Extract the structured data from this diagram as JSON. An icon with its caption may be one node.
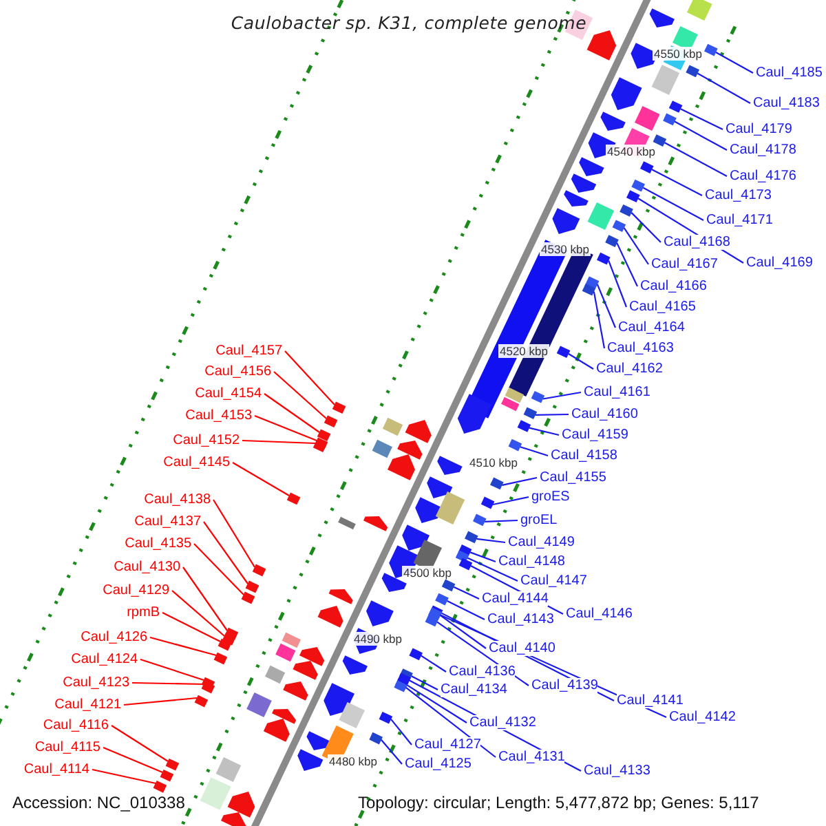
{
  "diagram": {
    "title": "Caulobacter sp. K31, complete genome",
    "nodes": [
      {
        "text": [
          "Caul_4157"
        ]
      },
      {
        "text": [
          "Caul_4156"
        ]
      },
      {
        "text": [
          "Caul_4154"
        ]
      },
      {
        "text": [
          "Caul_4153"
        ]
      },
      {
        "text": [
          "Caul_4152"
        ]
      },
      {
        "text": [
          "Caul_4145"
        ]
      },
      {
        "text": [
          "Caul_4138"
        ]
      },
      {
        "text": [
          "Caul_4137"
        ]
      },
      {
        "text": [
          "Caul_4135"
        ]
      },
      {
        "text": [
          "Caul_4130"
        ]
      },
      {
        "text": [
          "Caul_4129"
        ]
      },
      {
        "text": [
          "rpmB"
        ]
      },
      {
        "text": [
          "Caul_4126"
        ]
      },
      {
        "text": [
          "Caul_4124"
        ]
      },
      {
        "text": [
          "Caul_4123"
        ]
      },
      {
        "text": [
          "Caul_4121"
        ]
      },
      {
        "text": [
          "Caul_4116"
        ]
      },
      {
        "text": [
          "Caul_4115"
        ]
      },
      {
        "text": [
          "Caul_4114"
        ]
      },
      {
        "text": [
          "Caul_4185"
        ]
      },
      {
        "text": [
          "Caul_4183"
        ]
      },
      {
        "text": [
          "Caul_4179"
        ]
      },
      {
        "text": [
          "Caul_4178"
        ]
      },
      {
        "text": [
          "Caul_4176"
        ]
      },
      {
        "text": [
          "Caul_4173"
        ]
      },
      {
        "text": [
          "Caul_4171"
        ]
      },
      {
        "text": [
          "Caul_4168"
        ]
      },
      {
        "text": [
          "Caul_4169"
        ]
      },
      {
        "text": [
          "Caul_4167"
        ]
      },
      {
        "text": [
          "Caul_4166"
        ]
      },
      {
        "text": [
          "Caul_4165"
        ]
      },
      {
        "text": [
          "Caul_4164"
        ]
      },
      {
        "text": [
          "Caul_4163"
        ]
      },
      {
        "text": [
          "Caul_4162"
        ]
      },
      {
        "text": [
          "Caul_4161"
        ]
      },
      {
        "text": [
          "Caul_4160"
        ]
      },
      {
        "text": [
          "Caul_4159"
        ]
      },
      {
        "text": [
          "Caul_4158"
        ]
      },
      {
        "text": [
          "Caul_4155"
        ]
      },
      {
        "text": [
          "groES"
        ]
      },
      {
        "text": [
          "groEL"
        ]
      },
      {
        "text": [
          "Caul_4149"
        ]
      },
      {
        "text": [
          "Caul_4148"
        ]
      },
      {
        "text": [
          "Caul_4147"
        ]
      },
      {
        "text": [
          "Caul_4144"
        ]
      },
      {
        "text": [
          "Caul_4146"
        ]
      },
      {
        "text": [
          "Caul_4143"
        ]
      },
      {
        "text": [
          "Caul_4140"
        ]
      },
      {
        "text": [
          "Caul_4136"
        ]
      },
      {
        "text": [
          "Caul_4139"
        ]
      },
      {
        "text": [
          "Caul_4134"
        ]
      },
      {
        "text": [
          "Caul_4141"
        ]
      },
      {
        "text": [
          "Caul_4142"
        ]
      },
      {
        "text": [
          "Caul_4132"
        ]
      },
      {
        "text": [
          "Caul_4127"
        ]
      },
      {
        "text": [
          "Caul_4131"
        ]
      },
      {
        "text": [
          "Caul_4125"
        ]
      },
      {
        "text": [
          "Caul_4133"
        ]
      },
      {
        "text": [],
        "shape": "box"
      },
      {
        "text": [],
        "shape": "box"
      },
      {
        "text": [],
        "shape": "box"
      },
      {
        "text": [],
        "shape": "box"
      },
      {
        "text": [],
        "shape": "box"
      },
      {
        "text": [],
        "shape": "box"
      },
      {
        "text": [],
        "shape": "box"
      },
      {
        "text": [],
        "shape": "box"
      },
      {
        "text": [],
        "shape": "box"
      },
      {
        "text": [],
        "shape": "box"
      },
      {
        "text": [],
        "shape": "box"
      },
      {
        "text": [],
        "shape": "box"
      },
      {
        "text": [],
        "shape": "box"
      },
      {
        "text": [],
        "shape": "box"
      },
      {
        "text": [],
        "shape": "box"
      },
      {
        "text": [],
        "shape": "box"
      },
      {
        "text": [],
        "shape": "box"
      },
      {
        "text": [],
        "shape": "box"
      },
      {
        "text": [],
        "shape": "box"
      },
      {
        "text": [],
        "shape": "box"
      },
      {
        "text": [],
        "shape": "box"
      },
      {
        "text": [],
        "shape": "box"
      },
      {
        "text": [],
        "shape": "box"
      },
      {
        "text": [],
        "shape": "box"
      },
      {
        "text": [],
        "shape": "box"
      },
      {
        "text": [],
        "shape": "box"
      },
      {
        "text": [],
        "shape": "box"
      },
      {
        "text": [],
        "shape": "box"
      },
      {
        "text": [],
        "shape": "box"
      },
      {
        "text": [],
        "shape": "box"
      },
      {
        "text": [],
        "shape": "box"
      },
      {
        "text": [],
        "shape": "box"
      },
      {
        "text": [],
        "shape": "box"
      },
      {
        "text": [],
        "shape": "box"
      },
      {
        "text": [],
        "shape": "box"
      },
      {
        "text": [],
        "shape": "box"
      },
      {
        "text": [],
        "shape": "box"
      },
      {
        "text": [],
        "shape": "box"
      },
      {
        "text": [],
        "shape": "box"
      },
      {
        "text": [],
        "shape": "box"
      },
      {
        "text": [],
        "shape": "box"
      },
      {
        "text": [],
        "shape": "box"
      },
      {
        "text": [],
        "shape": "box"
      },
      {
        "text": [],
        "shape": "box"
      },
      {
        "text": [],
        "shape": "box"
      },
      {
        "text": [],
        "shape": "box"
      },
      {
        "text": [],
        "shape": "box"
      },
      {
        "text": [],
        "shape": "box"
      },
      {
        "text": [],
        "shape": "box"
      },
      {
        "text": [],
        "shape": "box"
      },
      {
        "text": [],
        "shape": "box"
      },
      {
        "text": [],
        "shape": "box"
      },
      {
        "text": [],
        "shape": "box"
      },
      {
        "text": [],
        "shape": "box"
      },
      {
        "text": [],
        "shape": "box"
      },
      {
        "text": [],
        "shape": "box"
      },
      {
        "text": [],
        "shape": "box"
      },
      {
        "text": [],
        "shape": "box"
      }
    ],
    "edges": [
      {
        "from": 0,
        "to": 58,
        "arrow": "none",
        "color": "#ff0000"
      },
      {
        "from": 1,
        "to": 59,
        "arrow": "none",
        "color": "#ff0000"
      },
      {
        "from": 2,
        "to": 60,
        "arrow": "none",
        "color": "#ff0000"
      },
      {
        "from": 3,
        "to": 61,
        "arrow": "none",
        "color": "#ff0000"
      },
      {
        "from": 4,
        "to": 62,
        "arrow": "none",
        "color": "#ff0000"
      },
      {
        "from": 5,
        "to": 63,
        "arrow": "none",
        "color": "#ff0000"
      },
      {
        "from": 6,
        "to": 64,
        "arrow": "none",
        "color": "#ff0000"
      },
      {
        "from": 7,
        "to": 65,
        "arrow": "none",
        "color": "#ff0000"
      },
      {
        "from": 8,
        "to": 66,
        "arrow": "none",
        "color": "#ff0000"
      },
      {
        "from": 9,
        "to": 67,
        "arrow": "none",
        "color": "#ff0000"
      },
      {
        "from": 10,
        "to": 68,
        "arrow": "none",
        "color": "#ff0000"
      },
      {
        "from": 11,
        "to": 69,
        "arrow": "none",
        "color": "#ff0000"
      },
      {
        "from": 12,
        "to": 70,
        "arrow": "none",
        "color": "#ff0000"
      },
      {
        "from": 13,
        "to": 71,
        "arrow": "none",
        "color": "#ff0000"
      },
      {
        "from": 14,
        "to": 72,
        "arrow": "none",
        "color": "#ff0000"
      },
      {
        "from": 15,
        "to": 73,
        "arrow": "none",
        "color": "#ff0000"
      },
      {
        "from": 16,
        "to": 74,
        "arrow": "none",
        "color": "#ff0000"
      },
      {
        "from": 17,
        "to": 75,
        "arrow": "none",
        "color": "#ff0000"
      },
      {
        "from": 18,
        "to": 76,
        "arrow": "none",
        "color": "#ff0000"
      },
      {
        "from": 19,
        "to": 77,
        "arrow": "none"
      },
      {
        "from": 20,
        "to": 78,
        "arrow": "none"
      },
      {
        "from": 21,
        "to": 79,
        "arrow": "none"
      },
      {
        "from": 22,
        "to": 80,
        "arrow": "none"
      },
      {
        "from": 23,
        "to": 81,
        "arrow": "none"
      },
      {
        "from": 24,
        "to": 82,
        "arrow": "none"
      },
      {
        "from": 25,
        "to": 83,
        "arrow": "none"
      },
      {
        "from": 26,
        "to": 84,
        "arrow": "none"
      },
      {
        "from": 27,
        "to": 85,
        "arrow": "none"
      },
      {
        "from": 28,
        "to": 86,
        "arrow": "none"
      },
      {
        "from": 29,
        "to": 87,
        "arrow": "none"
      },
      {
        "from": 30,
        "to": 88,
        "arrow": "none"
      },
      {
        "from": 31,
        "to": 89,
        "arrow": "none"
      },
      {
        "from": 32,
        "to": 90,
        "arrow": "none"
      },
      {
        "from": 33,
        "to": 91,
        "arrow": "none"
      },
      {
        "from": 34,
        "to": 92,
        "arrow": "none"
      },
      {
        "from": 35,
        "to": 93,
        "arrow": "none"
      },
      {
        "from": 36,
        "to": 94,
        "arrow": "none"
      },
      {
        "from": 37,
        "to": 95,
        "arrow": "none"
      },
      {
        "from": 38,
        "to": 96,
        "arrow": "none"
      },
      {
        "from": 39,
        "to": 97,
        "arrow": "none"
      },
      {
        "from": 40,
        "to": 98,
        "arrow": "none"
      },
      {
        "from": 41,
        "to": 99,
        "arrow": "none"
      },
      {
        "from": 42,
        "to": 100,
        "arrow": "none"
      },
      {
        "from": 43,
        "to": 101,
        "arrow": "none"
      },
      {
        "from": 44,
        "to": 102,
        "arrow": "none"
      },
      {
        "from": 45,
        "to": 103,
        "arrow": "none"
      },
      {
        "from": 46,
        "to": 104,
        "arrow": "none"
      },
      {
        "from": 47,
        "to": 105,
        "arrow": "none"
      },
      {
        "from": 48,
        "to": 106,
        "arrow": "none"
      },
      {
        "from": 49,
        "to": 107,
        "arrow": "none"
      },
      {
        "from": 50,
        "to": 108,
        "arrow": "none"
      },
      {
        "from": 51,
        "to": 109,
        "arrow": "none"
      },
      {
        "from": 52,
        "to": 110,
        "arrow": "none"
      },
      {
        "from": 53,
        "to": 111,
        "arrow": "none"
      },
      {
        "from": 54,
        "to": 112,
        "arrow": "none"
      },
      {
        "from": 55,
        "to": 113,
        "arrow": "none"
      },
      {
        "from": 56,
        "to": 114,
        "arrow": "none"
      },
      {
        "from": 57,
        "to": 115,
        "arrow": "none"
      }
    ],
    "labels": [
      "4550 kbp",
      "4540 kbp",
      "4530 kbp",
      "4520 kbp",
      "4510 kbp",
      "4500 kbp",
      "4490 kbp",
      "4480 kbp",
      "Accession: NC_010338",
      "Topology: circular; Length: 5,477,872 bp; Genes: 5,117"
    ]
  }
}
